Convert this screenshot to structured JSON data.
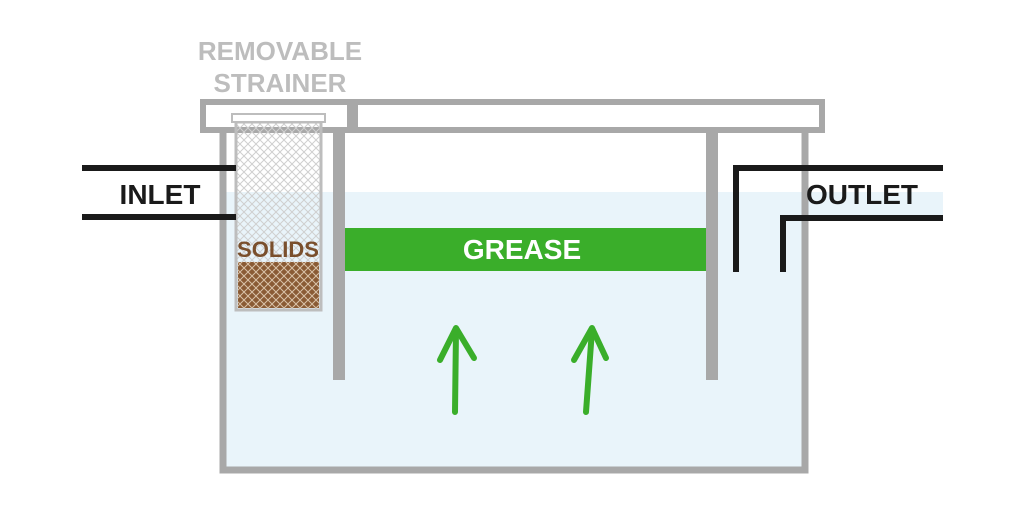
{
  "labels": {
    "strainer_line1": "REMOVABLE",
    "strainer_line2": "STRAINER",
    "inlet": "INLET",
    "outlet": "OUTLET",
    "solids": "SOLIDS",
    "grease": "GREASE"
  },
  "icons": {
    "arrows": [
      "up-arrow-icon",
      "up-arrow-icon"
    ]
  },
  "colors": {
    "tank_outline": "#a8a8a8",
    "water": "#e9f4fa",
    "grease": "#3aae2a",
    "arrow": "#3aae2a",
    "pipe": "#1a1a1a",
    "solids": "#8a5b35",
    "strainer_label": "#bdbdbd"
  }
}
